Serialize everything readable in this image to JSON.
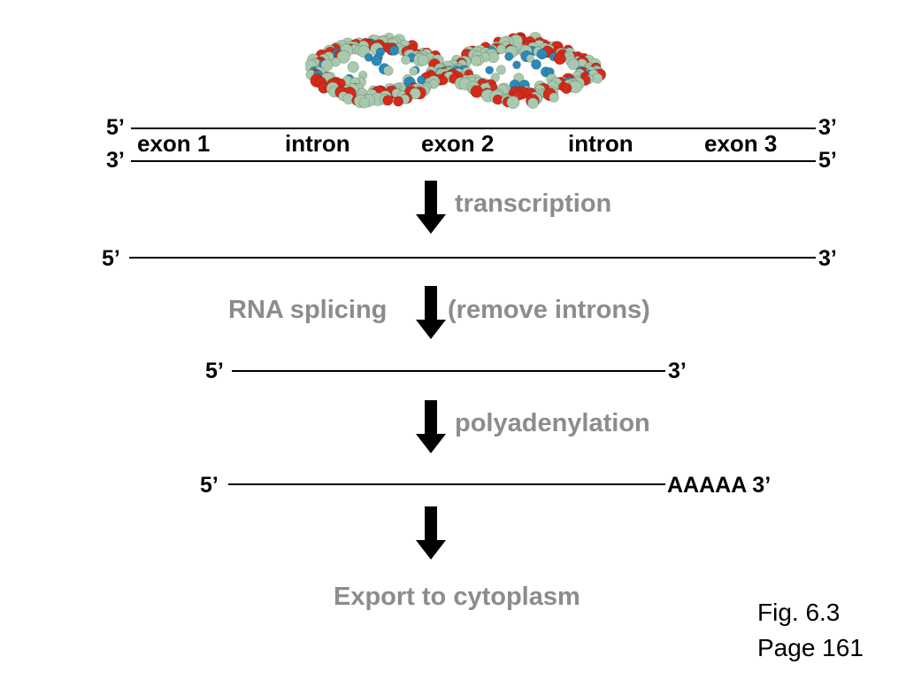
{
  "dna": {
    "top_left": "5’",
    "top_right": "3’",
    "bottom_left": "3’",
    "bottom_right": "5’",
    "regions": [
      "exon 1",
      "intron",
      "exon 2",
      "intron",
      "exon 3"
    ]
  },
  "steps": {
    "transcription": "transcription",
    "splicing_left": "RNA splicing",
    "splicing_right": "(remove introns)",
    "polyadenylation": "polyadenylation",
    "export": "Export to cytoplasm"
  },
  "pre_mrna": {
    "left": "5’",
    "right": "3’"
  },
  "spliced_mrna": {
    "left": "5’",
    "right": "3’"
  },
  "polya_mrna": {
    "left": "5’",
    "right": "AAAAA 3’"
  },
  "caption": {
    "fig": "Fig. 6.3",
    "page": "Page 161"
  },
  "colors": {
    "text": "#000000",
    "step_label": "#8c8c8c",
    "arrow": "#000000",
    "dna_oxygen": "#d42a1a",
    "dna_carbon": "#a8c9ad",
    "dna_nitrogen": "#2a8ab8"
  }
}
